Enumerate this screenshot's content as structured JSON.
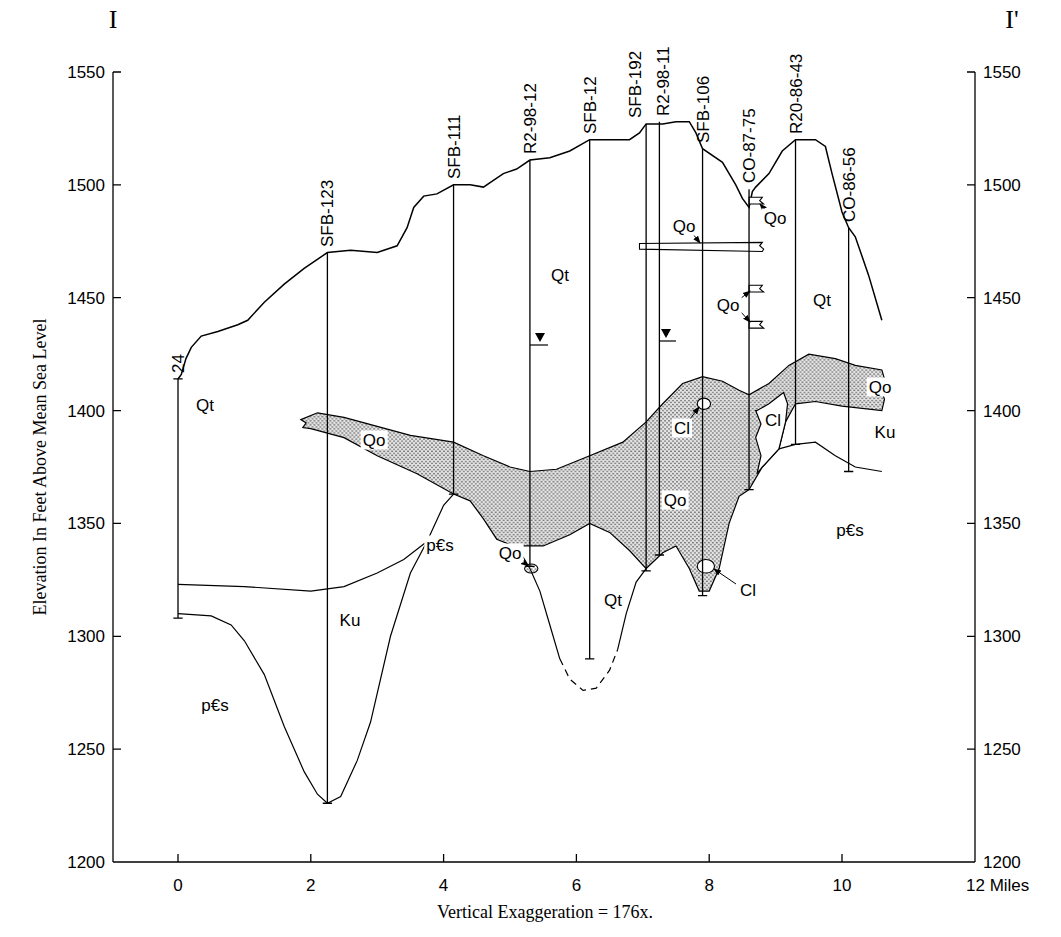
{
  "diagram": {
    "labels": [
      "I",
      "I'",
      "1550",
      "1500",
      "1450",
      "1400",
      "1350",
      "1300",
      "1250",
      "1200",
      "1550",
      "1500",
      "1450",
      "1400",
      "1350",
      "1300",
      "1250",
      "1200",
      "0",
      "2",
      "4",
      "6",
      "8",
      "10",
      "12 Miles",
      "Elevation In Feet Above Mean Sea Level",
      "Vertical Exaggeration = 176x.",
      "24",
      "SFB-123",
      "SFB-111",
      "R2-98-12",
      "SFB-12",
      "SFB-192",
      "R2-98-11",
      "SFB-106",
      "CO-87-75",
      "R20-86-43",
      "CO-86-56",
      "Qo",
      "Qo",
      "Qt",
      "Qo",
      "Qt",
      "Qt",
      "Qo",
      "Cl",
      "Cl",
      "Qo",
      "Ku",
      "Qo",
      "p€s",
      "Qo",
      "Cl",
      "Qt",
      "p€s",
      "Ku",
      "p€s"
    ]
  }
}
